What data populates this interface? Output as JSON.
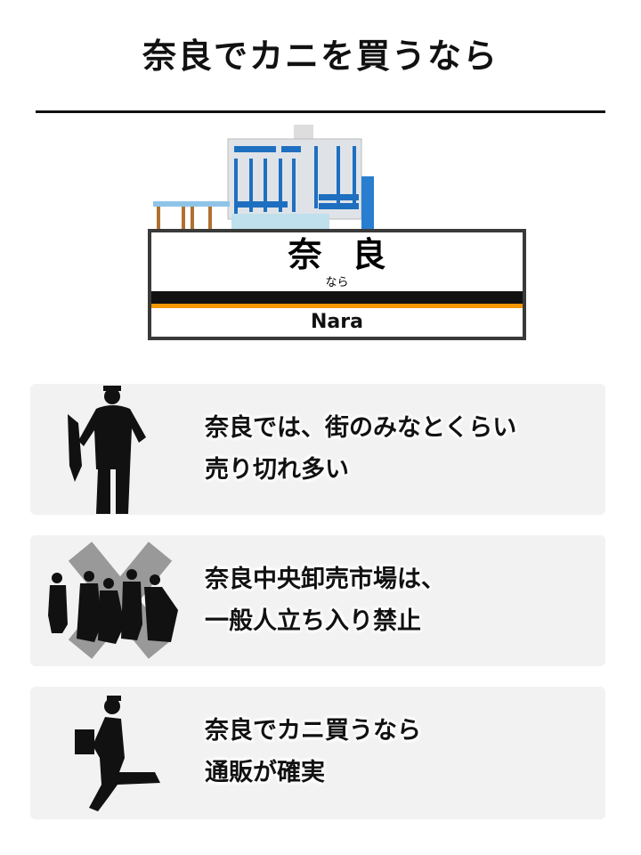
{
  "header": {
    "title": "奈良でカニを買うなら"
  },
  "station_sign": {
    "kanji": "奈良",
    "kana": "なら",
    "roman": "Nara",
    "colors": {
      "line": "#f39800",
      "bar": "#111111"
    }
  },
  "cards": [
    {
      "icon": "fisherman-silhouette-icon",
      "lines": [
        "奈良では、街のみなとくらい",
        "売り切れ多い"
      ]
    },
    {
      "icon": "crowd-prohibited-icon",
      "lines": [
        "奈良中央卸売市場は、",
        "一般人立ち入り禁止"
      ]
    },
    {
      "icon": "delivery-runner-icon",
      "lines": [
        "奈良でカニ買うなら",
        "通販が確実"
      ]
    }
  ]
}
